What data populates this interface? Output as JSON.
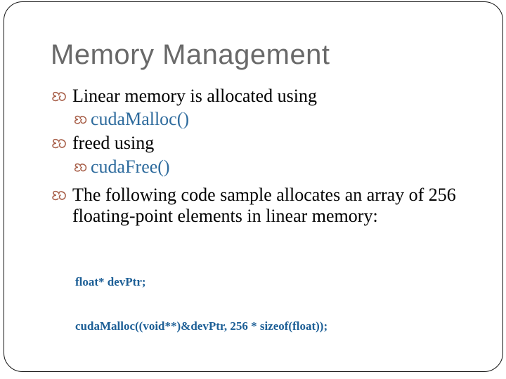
{
  "slide": {
    "title": "Memory Management",
    "bullets": [
      {
        "level": 1,
        "text": "Linear memory is allocated using",
        "color": "black"
      },
      {
        "level": 2,
        "text": "cudaMalloc()",
        "color": "blue"
      },
      {
        "level": 1,
        "text": "freed using",
        "color": "black"
      },
      {
        "level": 2,
        "text": "cudaFree()",
        "color": "blue"
      },
      {
        "level": 1,
        "text": "The following code sample allocates an array of 256 floating-point elements in linear memory:",
        "color": "black"
      }
    ],
    "code": [
      "float* devPtr;",
      "cudaMalloc((void**)&devPtr, 256 * sizeof(float));"
    ],
    "icons": {
      "bullet": "double-curl-leaf-bullet-icon"
    },
    "colors": {
      "title_gray": "#696969",
      "body_black": "#000000",
      "accent_blue": "#2e6b9d",
      "code_blue": "#1d5f96",
      "bullet_brown": "#a8604a",
      "border_black": "#141414",
      "background": "#ffffff"
    }
  }
}
